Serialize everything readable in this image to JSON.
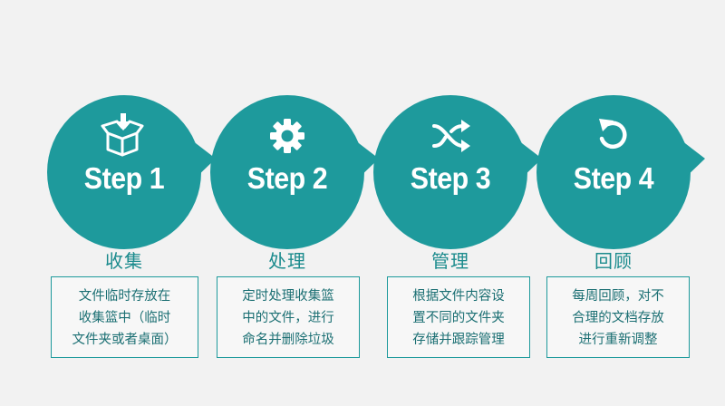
{
  "colors": {
    "accent": "#1e9a9c",
    "background": "#f2f2f2",
    "text": "#1b6f73"
  },
  "steps": [
    {
      "label": "Step 1",
      "icon": "box-download-icon",
      "title": "收集",
      "lines": [
        "文件临时存放在",
        "收集篮中（临时",
        "文件夹或者桌面）"
      ]
    },
    {
      "label": "Step 2",
      "icon": "gear-icon",
      "title": "处理",
      "lines": [
        "定时处理收集篮",
        "中的文件，进行",
        "命名并删除垃圾"
      ]
    },
    {
      "label": "Step 3",
      "icon": "shuffle-icon",
      "title": "管理",
      "lines": [
        "根据文件内容设",
        "置不同的文件夹",
        "存储并跟踪管理"
      ]
    },
    {
      "label": "Step 4",
      "icon": "refresh-icon",
      "title": "回顾",
      "lines": [
        "每周回顾，对不",
        "合理的文档存放",
        "进行重新调整"
      ]
    }
  ]
}
